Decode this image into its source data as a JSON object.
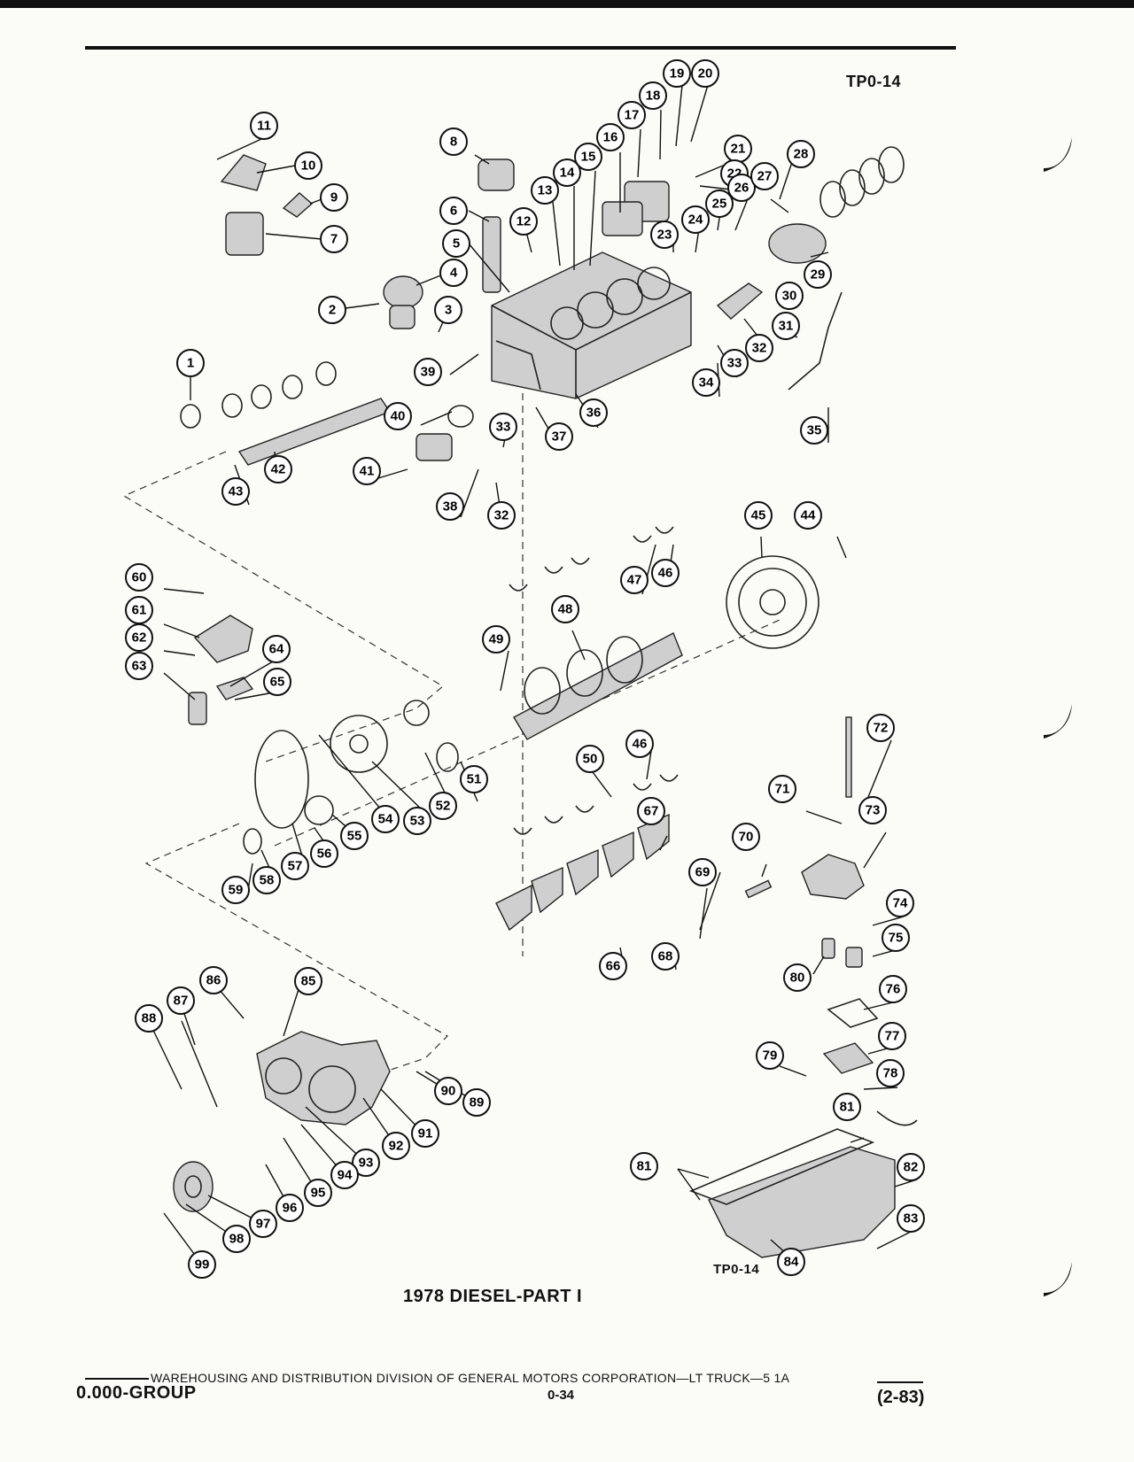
{
  "header": {
    "figure_code": "TP0-14"
  },
  "figure": {
    "caption": "1978 DIESEL-PART I",
    "figure_code_bottom": "TP0-14"
  },
  "callouts": [
    "1",
    "2",
    "3",
    "4",
    "5",
    "6",
    "7",
    "8",
    "9",
    "10",
    "11",
    "12",
    "13",
    "14",
    "15",
    "16",
    "17",
    "18",
    "19",
    "20",
    "21",
    "22",
    "23",
    "24",
    "25",
    "26",
    "27",
    "28",
    "29",
    "30",
    "31",
    "32",
    "33",
    "34",
    "35",
    "36",
    "37",
    "38",
    "39",
    "40",
    "41",
    "42",
    "43",
    "44",
    "45",
    "46",
    "47",
    "48",
    "49",
    "50",
    "51",
    "52",
    "53",
    "54",
    "55",
    "56",
    "57",
    "58",
    "59",
    "60",
    "61",
    "62",
    "63",
    "64",
    "65",
    "66",
    "67",
    "68",
    "69",
    "70",
    "71",
    "72",
    "73",
    "74",
    "75",
    "76",
    "77",
    "78",
    "79",
    "80",
    "81",
    "82",
    "83",
    "84",
    "85",
    "86",
    "87",
    "88",
    "89",
    "90",
    "91",
    "92",
    "93",
    "94",
    "95",
    "96",
    "97",
    "98",
    "99",
    "33",
    "32",
    "46",
    "81"
  ],
  "footer": {
    "publisher": "WAREHOUSING AND DISTRIBUTION  DIVISION OF GENERAL MOTORS CORPORATION—LT TRUCK—5 1A",
    "group": "0.000-GROUP",
    "page": "0-34",
    "date": "(2-83)"
  }
}
